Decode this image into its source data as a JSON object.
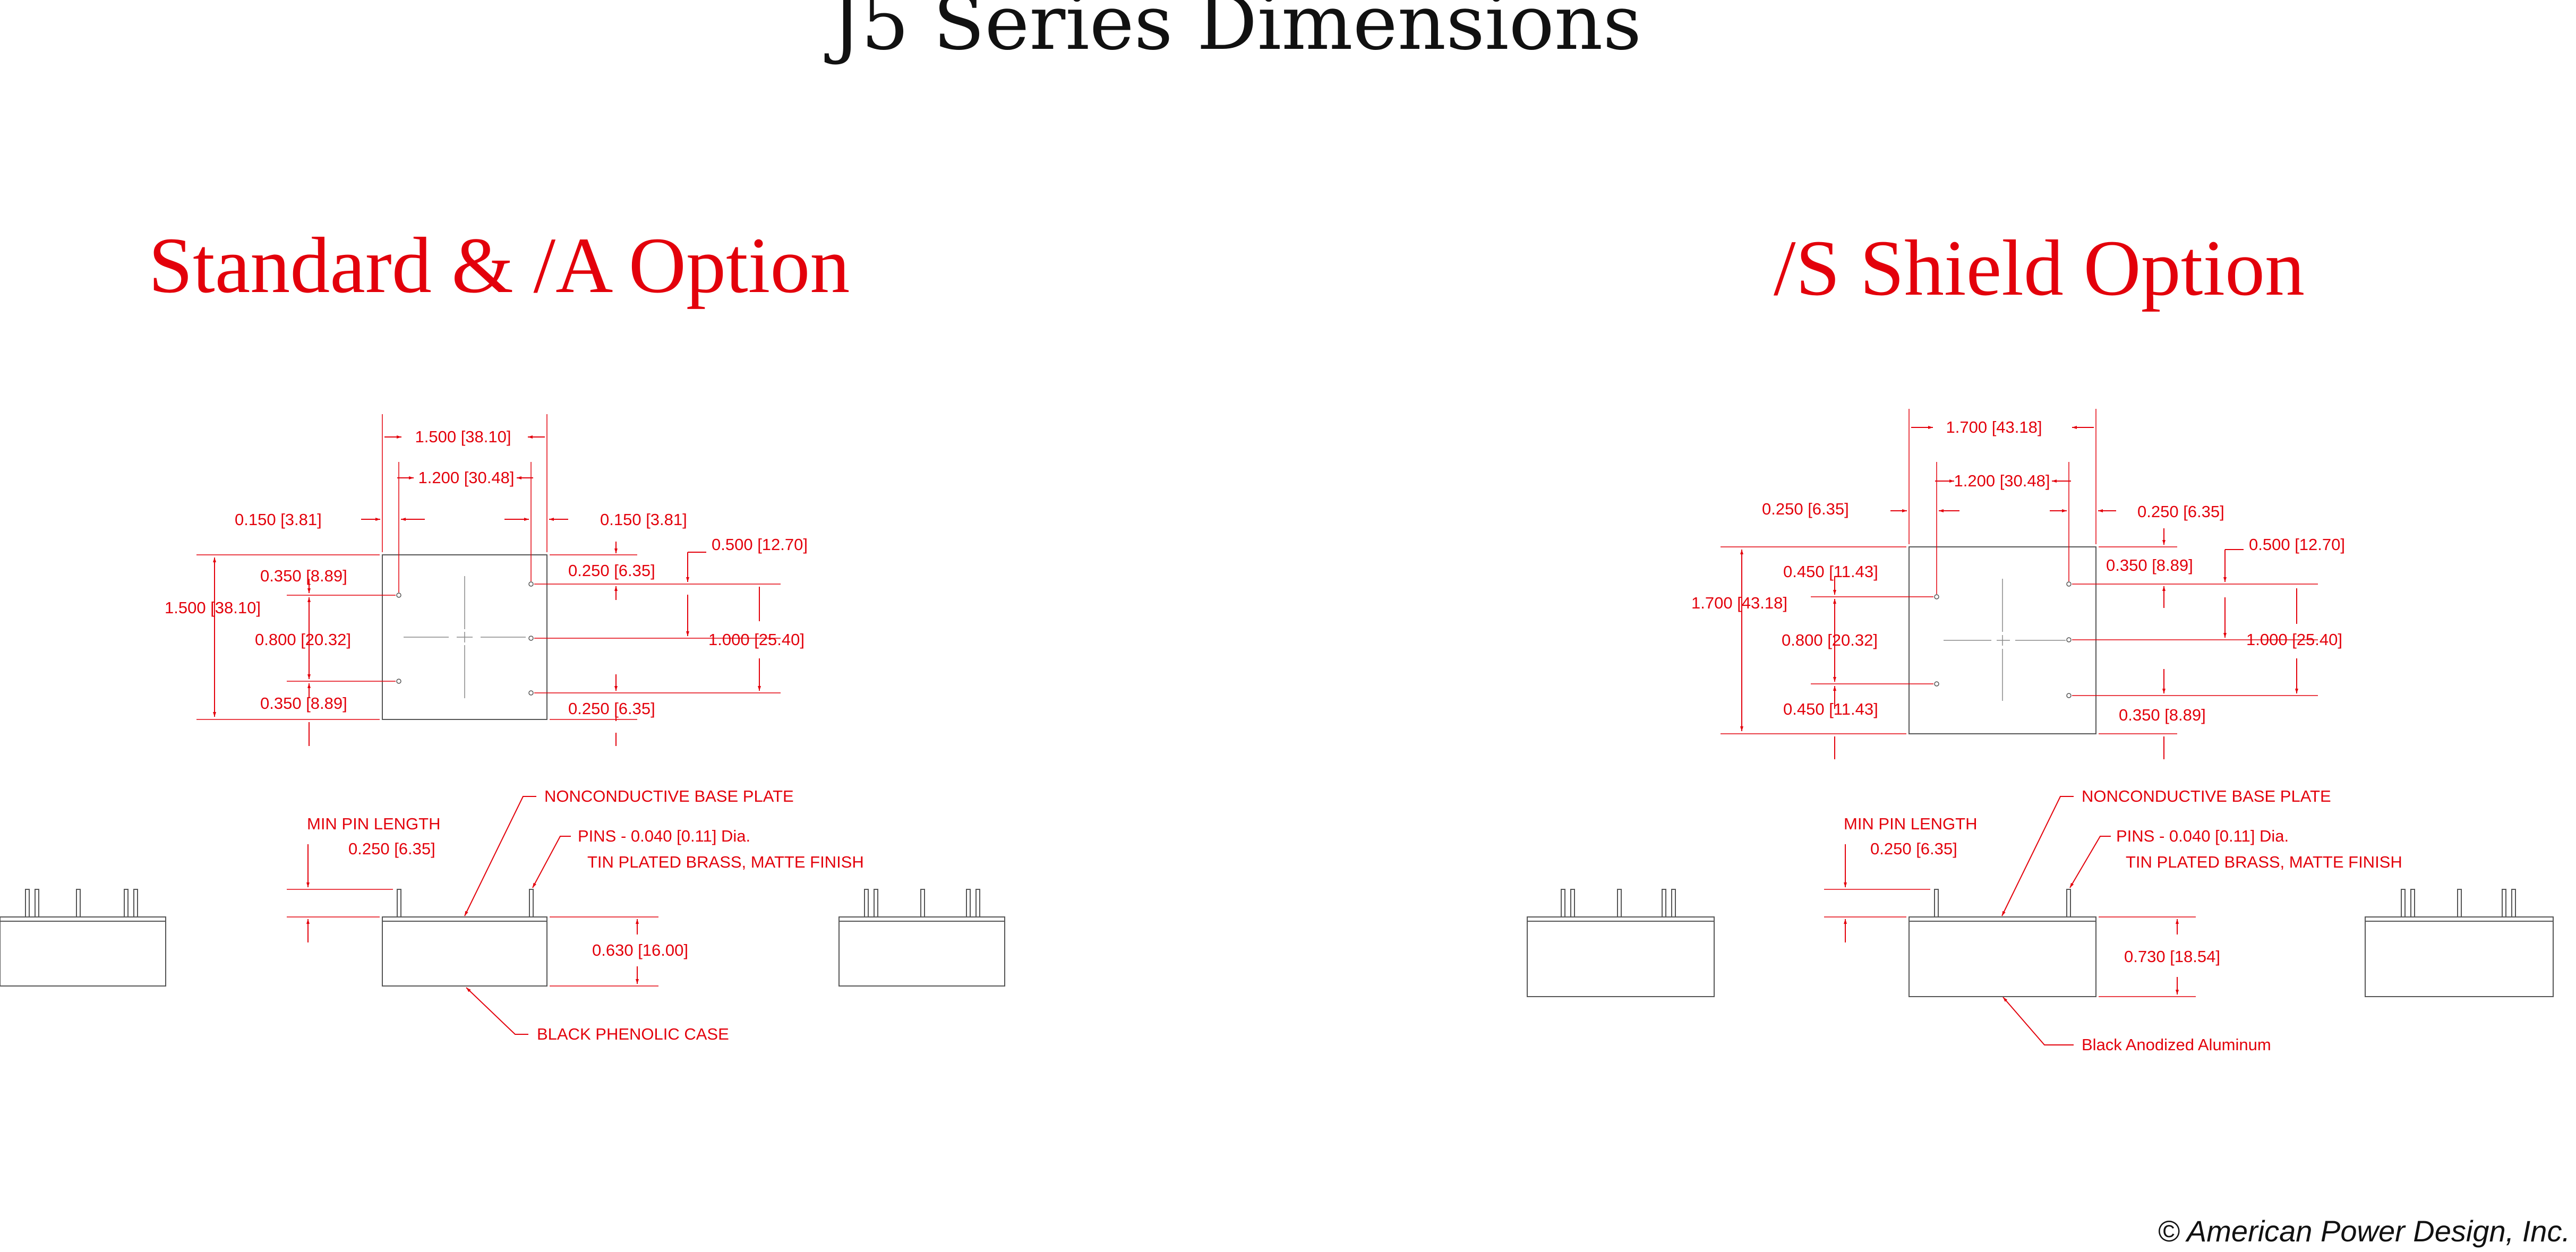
{
  "page_title": "J5 Series Dimensions",
  "copyright": "© American Power Design, Inc.",
  "colors": {
    "dimension": "#e3000b",
    "outline": "#555555",
    "title": "#111111",
    "background": "#ffffff"
  },
  "standard": {
    "heading": "Standard & /A Option",
    "top_view": {
      "overall_width": "1.500 [38.10]",
      "pin_spacing_width": "1.200 [30.48]",
      "left_offset": "0.150 [3.81]",
      "right_offset": "0.150 [3.81]",
      "left_top_pin": "0.350 [8.89]",
      "left_pin_spacing": "0.800 [20.32]",
      "left_bottom_pin": "0.350 [8.89]",
      "overall_height": "1.500 [38.10]",
      "right_top_pin": "0.250 [6.35]",
      "right_pin_pitch": "0.500 [12.70]",
      "right_pin_spacing": "1.000 [25.40]",
      "right_bottom_pin": "0.250 [6.35]"
    },
    "side_view": {
      "min_pin_length_label": "MIN PIN LENGTH",
      "min_pin_length": "0.250 [6.35]",
      "base_plate": "NONCONDUCTIVE BASE PLATE",
      "pins_line1": "PINS -  0.040 [0.11] Dia.",
      "pins_line2": "TIN PLATED BRASS, MATTE FINISH",
      "case_height": "0.630 [16.00]",
      "case_material": "BLACK PHENOLIC CASE"
    }
  },
  "shield": {
    "heading": "/S Shield Option",
    "top_view": {
      "overall_width": "1.700 [43.18]",
      "pin_spacing_width": "1.200 [30.48]",
      "left_offset": "0.250 [6.35]",
      "right_offset": "0.250 [6.35]",
      "left_top_pin": "0.450 [11.43]",
      "left_pin_spacing": "0.800 [20.32]",
      "left_bottom_pin": "0.450 [11.43]",
      "overall_height": "1.700 [43.18]",
      "right_top_pin": "0.350 [8.89]",
      "right_pin_pitch": "0.500 [12.70]",
      "right_pin_spacing": "1.000 [25.40]",
      "right_bottom_pin": "0.350 [8.89]"
    },
    "side_view": {
      "min_pin_length_label": "MIN PIN LENGTH",
      "min_pin_length": "0.250 [6.35]",
      "base_plate": "NONCONDUCTIVE BASE PLATE",
      "pins_line1": "PINS -  0.040 [0.11] Dia.",
      "pins_line2": "TIN PLATED BRASS, MATTE FINISH",
      "case_height": "0.730 [18.54]",
      "case_material": "Black Anodized Aluminum"
    }
  }
}
